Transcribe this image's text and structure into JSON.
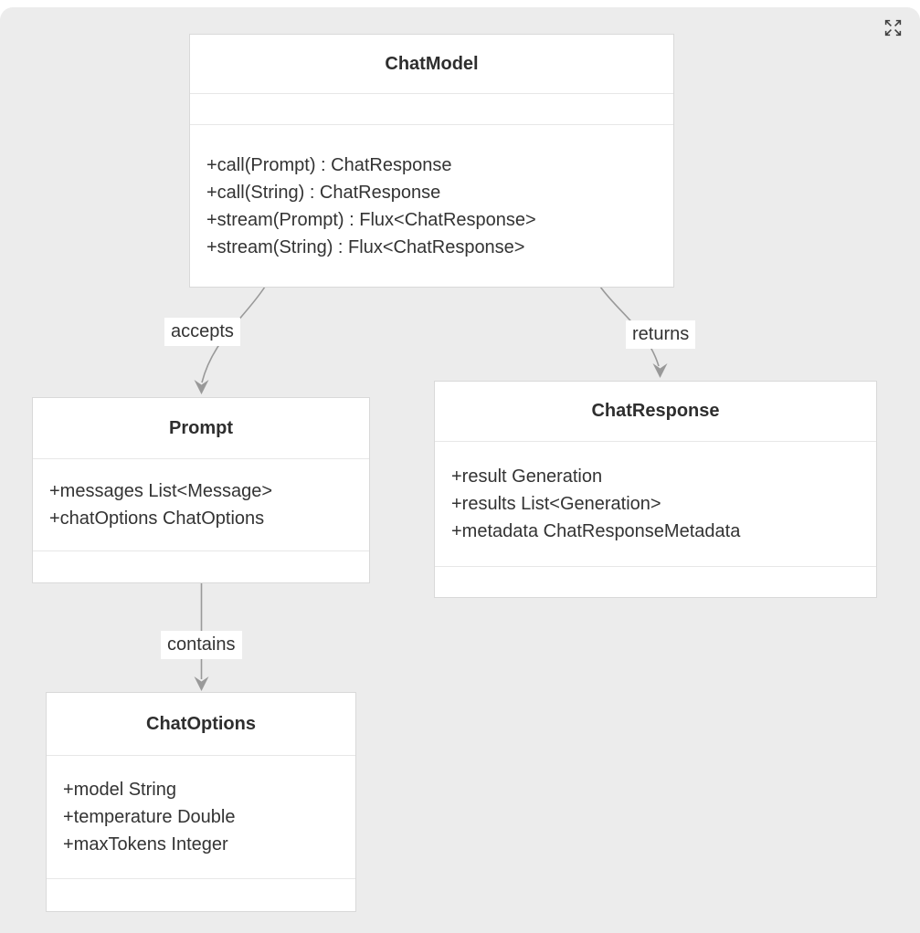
{
  "palette": {
    "page_bg": "#ffffff",
    "panel_bg": "#ececec",
    "node_fill": "#ffffff",
    "node_border": "#d9d9d9",
    "divider": "#e7e7e7",
    "text": "#333333",
    "arrow": "#999999",
    "icon": "#3f3f3f"
  },
  "controls": {
    "expand_icon": "expand-arrows-icon"
  },
  "diagram": {
    "type": "uml-class-diagram",
    "classes": [
      {
        "name": "ChatModel",
        "attributes": [],
        "methods": [
          "+call(Prompt) : ChatResponse",
          "+call(String) : ChatResponse",
          "+stream(Prompt) : Flux<ChatResponse>",
          "+stream(String) : Flux<ChatResponse>"
        ]
      },
      {
        "name": "Prompt",
        "attributes": [
          "+messages List<Message>",
          "+chatOptions ChatOptions"
        ],
        "methods": []
      },
      {
        "name": "ChatResponse",
        "attributes": [
          "+result Generation",
          "+results List<Generation>",
          "+metadata ChatResponseMetadata"
        ],
        "methods": []
      },
      {
        "name": "ChatOptions",
        "attributes": [
          "+model String",
          "+temperature Double",
          "+maxTokens Integer"
        ],
        "methods": []
      }
    ],
    "edges": [
      {
        "from": "ChatModel",
        "to": "Prompt",
        "label": "accepts"
      },
      {
        "from": "ChatModel",
        "to": "ChatResponse",
        "label": "returns"
      },
      {
        "from": "Prompt",
        "to": "ChatOptions",
        "label": "contains"
      }
    ]
  }
}
